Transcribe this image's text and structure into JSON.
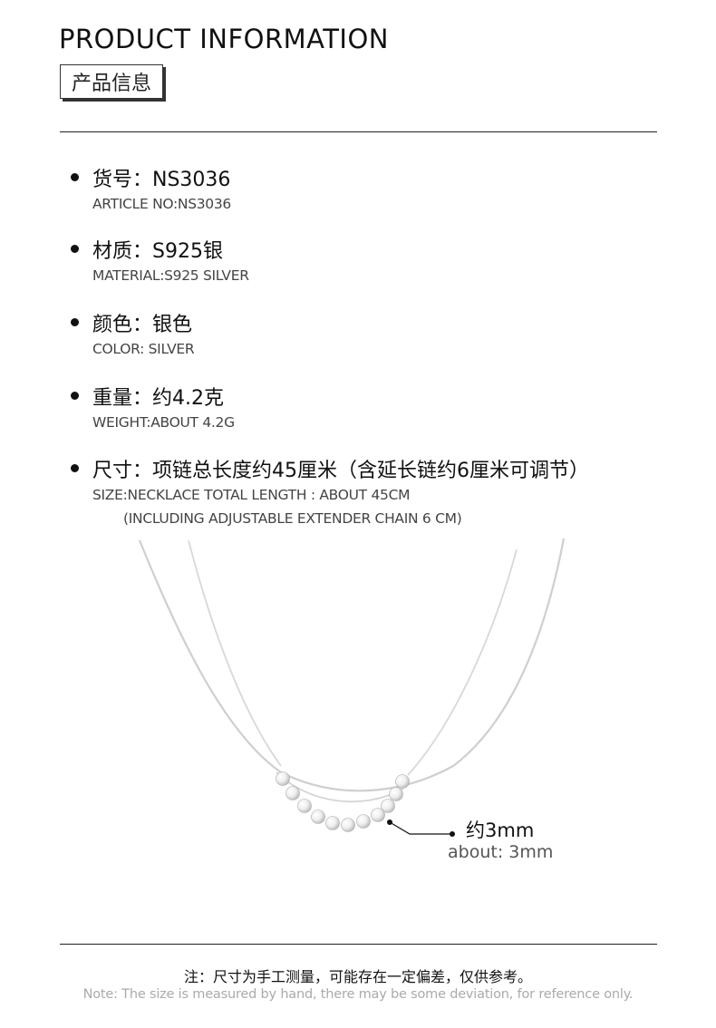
{
  "header": {
    "title": "PRODUCT INFORMATION",
    "subtitle": "产品信息"
  },
  "specs": [
    {
      "zh": "货号：NS3036",
      "en": "ARTICLE NO:NS3036"
    },
    {
      "zh": "材质：S925银",
      "en": "MATERIAL:S925 SILVER"
    },
    {
      "zh": "颜色：银色",
      "en": "COLOR: SILVER"
    },
    {
      "zh": "重量：约4.2克",
      "en": "WEIGHT:ABOUT  4.2G"
    },
    {
      "zh": "尺寸：项链总长度约45厘米（含延长链约6厘米可调节）",
      "en": "SIZE:NECKLACE TOTAL LENGTH : ABOUT 45CM",
      "en2": "(INCLUDING ADJUSTABLE EXTENDER CHAIN 6 CM)"
    }
  ],
  "bead_size": {
    "zh": "约3mm",
    "en": "about: 3mm"
  },
  "note": {
    "zh": "注：尺寸为手工测量，可能存在一定偏差，仅供参考。",
    "en": "Note: The size is measured by hand, there may be some deviation, for reference only."
  },
  "colors": {
    "text": "#111111",
    "secondary": "#444444",
    "note_en": "#aaaaaa",
    "silver": "#c8c8c8"
  }
}
